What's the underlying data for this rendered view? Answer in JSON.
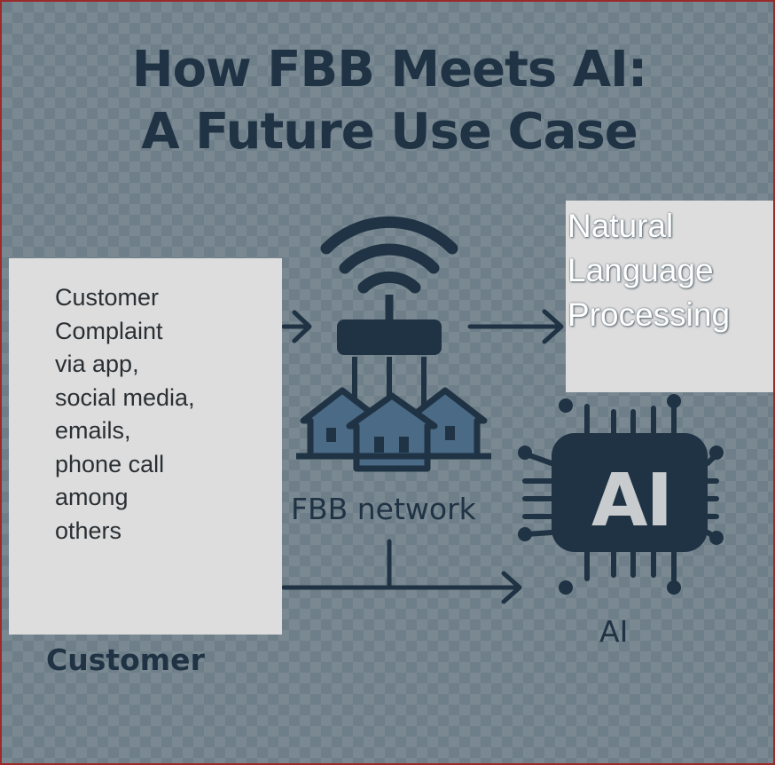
{
  "title": {
    "line1": "How FBB Meets AI:",
    "line2": "A Future Use Case"
  },
  "customer_box": {
    "text": "Customer\nComplaint\nvia app,\nsocial media,\nemails,\nphone call\namong\nothers"
  },
  "nlp_box": {
    "text": "Natural\nLanguage\nProcessing"
  },
  "labels": {
    "fbb_network": "FBB network",
    "ai": "AI",
    "customer": "Customer",
    "chip": "AI"
  },
  "icons": [
    "wifi-router-icon",
    "houses-icon",
    "ai-chip-icon",
    "arrow-icon"
  ],
  "colors": {
    "dark_navy": "#1f3344",
    "house_blue": "#4a6a86",
    "box_fill": "#dddddd",
    "background": "#6f7f89"
  }
}
